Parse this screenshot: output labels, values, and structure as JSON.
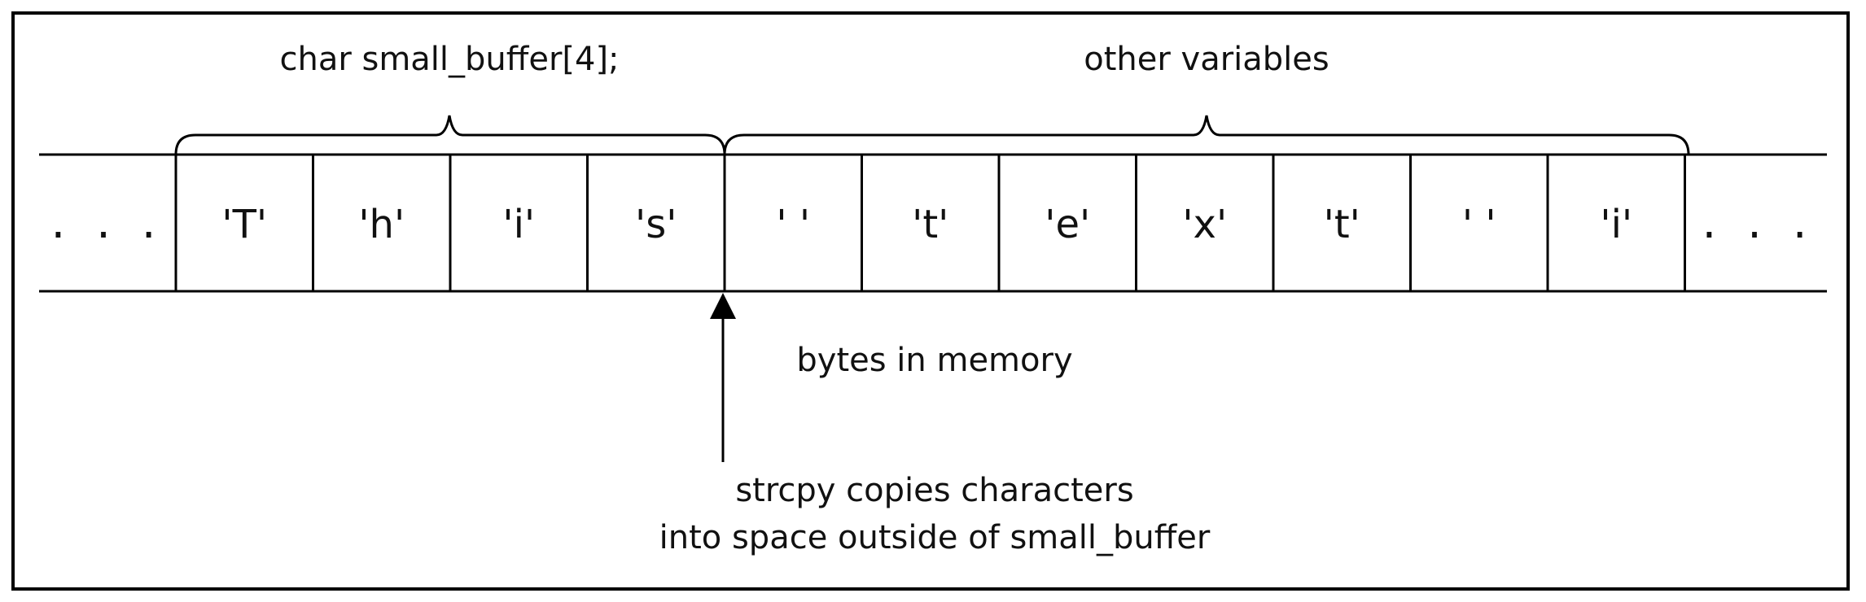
{
  "labels": {
    "buffer_decl": "char small_buffer[4];",
    "other_vars": "other variables",
    "memory": "bytes in memory",
    "strcpy_line1": "strcpy copies characters",
    "strcpy_line2": "into space outside of small_buffer"
  },
  "ellipsis_left": ". . .",
  "ellipsis_right": ". . .",
  "cells": [
    "'T'",
    "'h'",
    "'i'",
    "'s'",
    "' '",
    "'t'",
    "'e'",
    "'x'",
    "'t'",
    "' '",
    "'i'"
  ],
  "buffer_cell_count": 4
}
